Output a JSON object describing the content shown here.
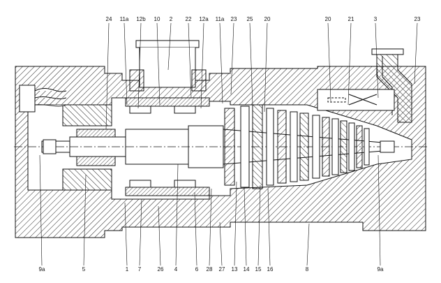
{
  "labels_top": [
    "24",
    "11a",
    "12b",
    "10",
    "2",
    "22",
    "12a",
    "11a",
    "23",
    "25",
    "20",
    "20",
    "21",
    "3",
    "23"
  ],
  "labels_bottom": [
    "9a",
    "5",
    "1",
    "7",
    "26",
    "4",
    "6",
    "28",
    "27",
    "13",
    "14",
    "15",
    "16",
    "8",
    "9a"
  ],
  "colors": {
    "line": "#111111",
    "hatch": "#222222",
    "background": "#ffffff"
  }
}
